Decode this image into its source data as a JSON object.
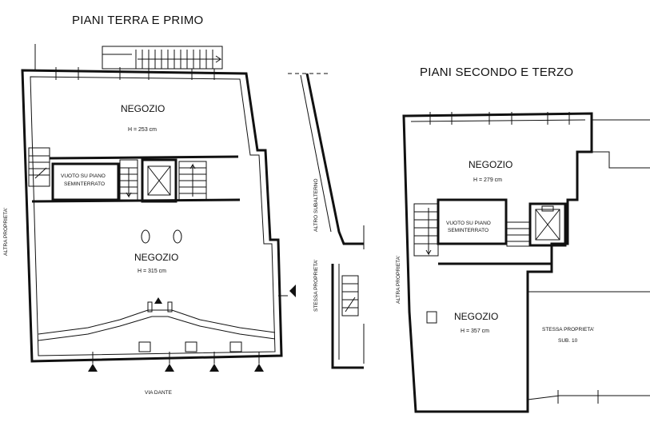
{
  "titles": {
    "left": "PIANI TERRA E PRIMO",
    "right": "PIANI SECONDO E TERZO"
  },
  "left_plan": {
    "room_top": "NEGOZIO",
    "room_top_height": "H = 253 cm",
    "void_line1": "VUOTO SU PIANO",
    "void_line2": "SEMINTERRATO",
    "room_bottom": "NEGOZIO",
    "room_bottom_height": "H = 315 cm",
    "street": "VIA DANTE",
    "side_left": "ALTRA PROPRIETA'",
    "side_right_1": "STESSA PROPRIETA'",
    "side_right_2": "ALTRO SUBALTERNO"
  },
  "right_plan": {
    "room_top": "NEGOZIO",
    "room_top_height": "H = 279 cm",
    "void_line1": "VUOTO SU PIANO",
    "void_line2": "SEMINTERRATO",
    "room_bottom": "NEGOZIO",
    "room_bottom_height": "H = 357 cm",
    "same_owner": "STESSA PROPRIETA'",
    "sub": "SUB. 10",
    "side_left": "ALTRA PROPRIETA'"
  }
}
